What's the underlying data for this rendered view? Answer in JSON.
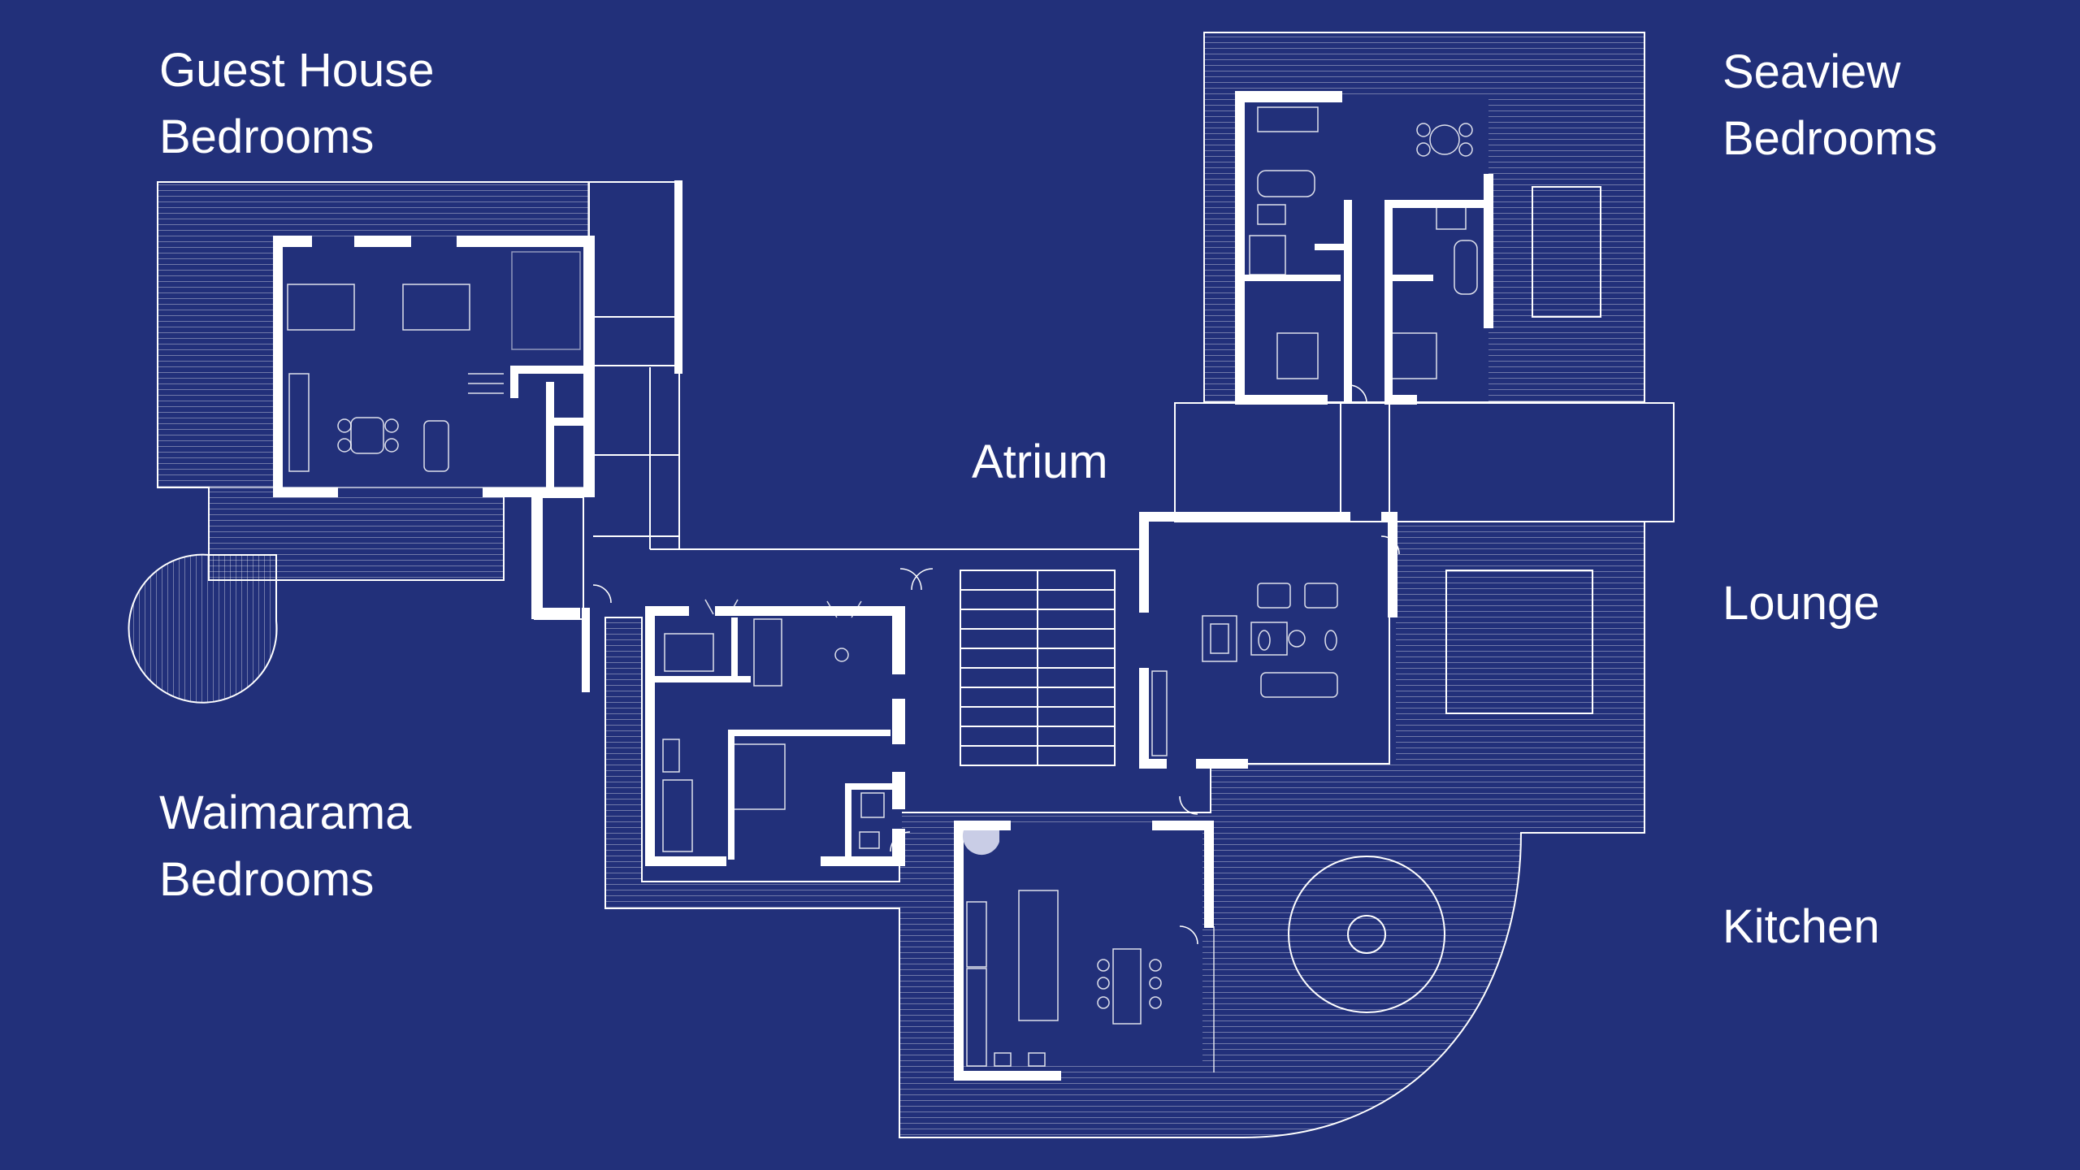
{
  "colors": {
    "background": "#22307a",
    "line": "#ffffff",
    "fixture_fill": "#c9cde6"
  },
  "labels": {
    "guest_house": [
      "Guest House",
      "Bedrooms"
    ],
    "seaview": [
      "Seaview",
      "Bedrooms"
    ],
    "atrium": "Atrium",
    "lounge": "Lounge",
    "waimarama": [
      "Waimarama",
      "Bedrooms"
    ],
    "kitchen": "Kitchen"
  }
}
